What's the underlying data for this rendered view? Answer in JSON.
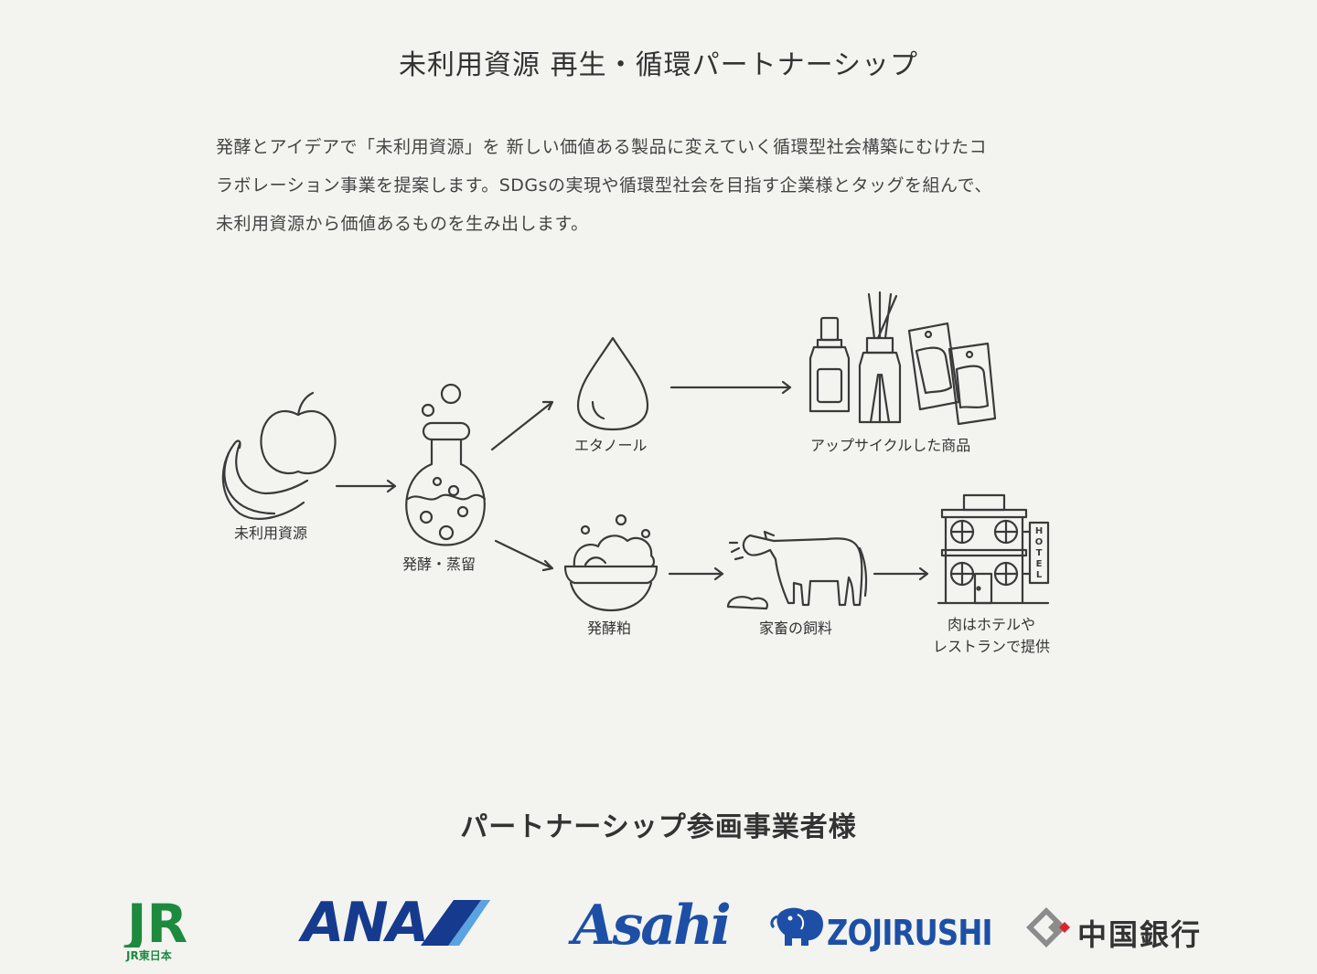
{
  "section_title": "未利用資源 再生・循環パートナーシップ",
  "description": {
    "line1": "発酵とアイデアで「未利用資源」を 新しい価値ある製品に変えていく循環型社会構築にむけたコ",
    "line2": "ラボレーション事業を提案します。SDGsの実現や循環型社会を目指す企業様とタッグを組んで、",
    "line3": "未利用資源から価値あるものを生み出します。"
  },
  "diagram": {
    "unused_resources": "未利用資源",
    "fermentation_distillation": "発酵・蒸留",
    "ethanol": "エタノール",
    "upcycled_products": "アップサイクルした商品",
    "fermentation_lees": "発酵粕",
    "livestock_feed": "家畜の飼料",
    "hotel_restaurant_line1": "肉はホテルや",
    "hotel_restaurant_line2": "レストランで提供",
    "hotel_sign": "HOTEL"
  },
  "partners": {
    "title": "パートナーシップ参画事業者様",
    "logos": {
      "jr_main": "JR",
      "jr_sub": "JR東日本",
      "ana": "ANA",
      "asahi": "Asahi",
      "zojirushi": "ZOJIRUSHI",
      "chugoku_bank": "中国銀行"
    }
  },
  "colors": {
    "background": "#f3f3f0",
    "line": "#3a3a3a",
    "jr_green": "#1d8a3e",
    "ana_blue": "#163a8e",
    "asahi_blue": "#1d4fa6",
    "bank_red": "#d9262c"
  }
}
